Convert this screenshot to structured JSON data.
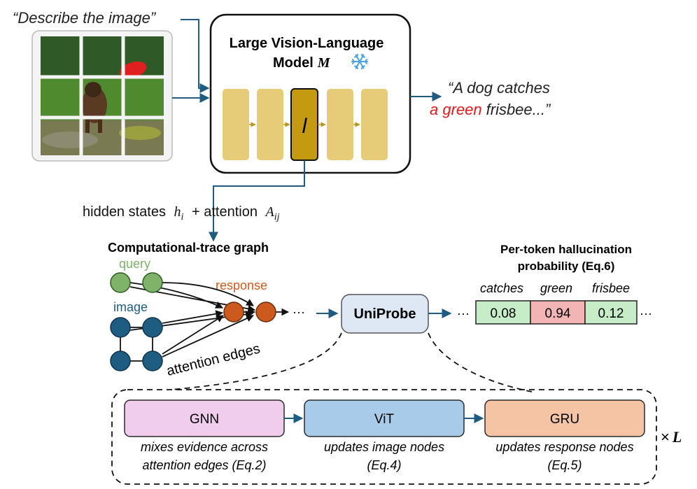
{
  "prompt": "“Describe the image”",
  "model": {
    "title_line1": "Large Vision-Language",
    "title_line2": "Model",
    "model_symbol": "M",
    "frozen_icon": "snowflake-icon",
    "highlight_layer": "l"
  },
  "output": {
    "line1": "“A dog catches",
    "line2_red": "a green",
    "line2_rest": "frisbee...”",
    "red_color": "#e31a1c"
  },
  "hidden_states": {
    "prefix": "hidden states",
    "h": "h",
    "h_sub": "i",
    "plus": "+ attention",
    "a": "A",
    "a_sub": "ij"
  },
  "graph": {
    "title": "Computational-trace graph",
    "query_label": "query",
    "image_label": "image",
    "response_label": "response",
    "edges_label": "attention edges",
    "ellipsis": "···",
    "colors": {
      "query": "#7fb36a",
      "image": "#1f5c82",
      "response": "#cc5a1e"
    }
  },
  "uniprobe": {
    "label": "UniProbe"
  },
  "per_token": {
    "title_line1": "Per-token hallucination",
    "title_line2": "probability (Eq.6)",
    "ellipsis": "···",
    "tokens": [
      {
        "word": "catches",
        "value": "0.08",
        "color": "#c6ecc8"
      },
      {
        "word": "green",
        "value": "0.94",
        "color": "#f2b4b4"
      },
      {
        "word": "frisbee",
        "value": "0.12",
        "color": "#c6ecc8"
      }
    ]
  },
  "modules": [
    {
      "name": "GNN",
      "desc_line1": "mixes evidence across",
      "desc_line2": "attention edges (Eq.2)",
      "fill": "#f0cdec",
      "stroke": "#b06aa8"
    },
    {
      "name": "ViT",
      "desc_line1": "updates image nodes",
      "desc_line2": "(Eq.4)",
      "fill": "#a9cbea",
      "stroke": "#4a7ea8"
    },
    {
      "name": "GRU",
      "desc_line1": "updates response nodes",
      "desc_line2": "(Eq.5)",
      "fill": "#f4c4a4",
      "stroke": "#c08a62"
    }
  ],
  "repeat": {
    "times": "×",
    "symbol": "L"
  },
  "colors": {
    "arrow": "#1f5c82",
    "layer_fill": "#e6cc78",
    "layer_highlight": "#c49a10"
  }
}
